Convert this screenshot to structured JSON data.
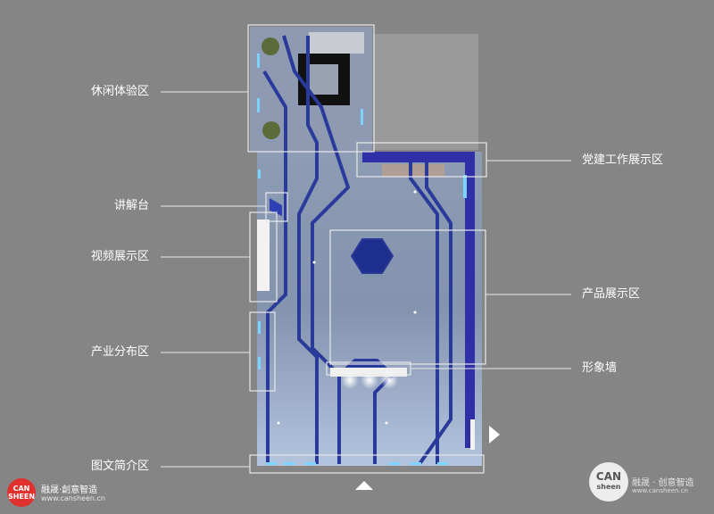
{
  "zones": [
    {
      "id": "leisure",
      "label": "休闲体验区"
    },
    {
      "id": "party",
      "label": "党建工作展示区"
    },
    {
      "id": "podium",
      "label": "讲解台"
    },
    {
      "id": "video",
      "label": "视频展示区"
    },
    {
      "id": "product",
      "label": "产品展示区"
    },
    {
      "id": "industry",
      "label": "产业分布区"
    },
    {
      "id": "image-wall",
      "label": "形象墙"
    },
    {
      "id": "intro",
      "label": "图文简介区"
    }
  ],
  "brand_left": {
    "seal_text_1": "CAN",
    "seal_text_2": "SHEEN",
    "name": "融晟·創意智造",
    "url": "www.cansheen.cn"
  },
  "brand_right": {
    "logo_text_1": "CAN",
    "logo_text_2": "sheen",
    "name": "融晟 · 创意智造",
    "url": "www.cansheen.cn"
  },
  "colors": {
    "background": "#858585",
    "floor": "#7e8ea8",
    "track": "#2a3a9a",
    "wall": "#2f2fa8",
    "highlight_box": "#e8e8e8",
    "light_strip": "#7ad4ff"
  }
}
